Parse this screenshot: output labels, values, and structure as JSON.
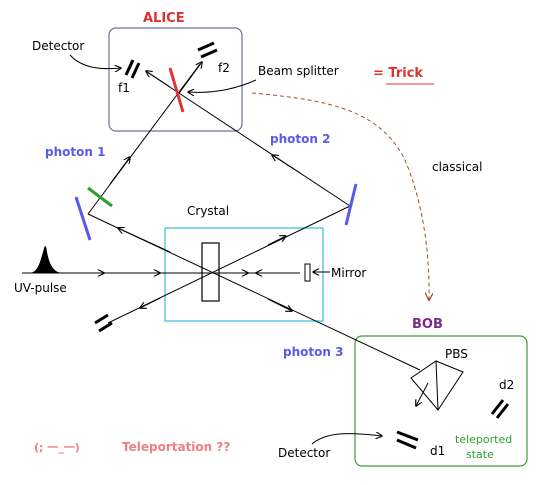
{
  "labels": {
    "alice": "ALICE",
    "bob": "BOB",
    "detector_top": "Detector",
    "detector_bottom": "Detector",
    "f1": "f1",
    "f2": "f2",
    "beam_splitter": "Beam splitter",
    "trick": "= Trick",
    "photon1": "photon 1",
    "photon2": "photon 2",
    "photon3": "photon 3",
    "classical": "classical",
    "crystal": "Crystal",
    "mirror": "Mirror",
    "uv_pulse": "UV-pulse",
    "pbs": "PBS",
    "d1": "d1",
    "d2": "d2",
    "teleported_1": "teleported",
    "teleported_2": "state",
    "face": "(; 一_一)",
    "teleportation": "Teleportation ??"
  },
  "colors": {
    "alice_box": "#6f6fa0",
    "alice_text": "#e03030",
    "bob_box": "#3c9a3c",
    "bob_text": "#7a2a8a",
    "photon_text": "#5a5ae8",
    "crystal_box": "#33bfd8",
    "beam_splitter": "#e03333",
    "mirror_blue": "#5a5ae8",
    "filter_green": "#2f9e2f",
    "classical_arrow": "#a0522d",
    "teleported_text": "#2f9e2f",
    "pink_text": "#f07f7f",
    "trick_text": "#e03030"
  }
}
